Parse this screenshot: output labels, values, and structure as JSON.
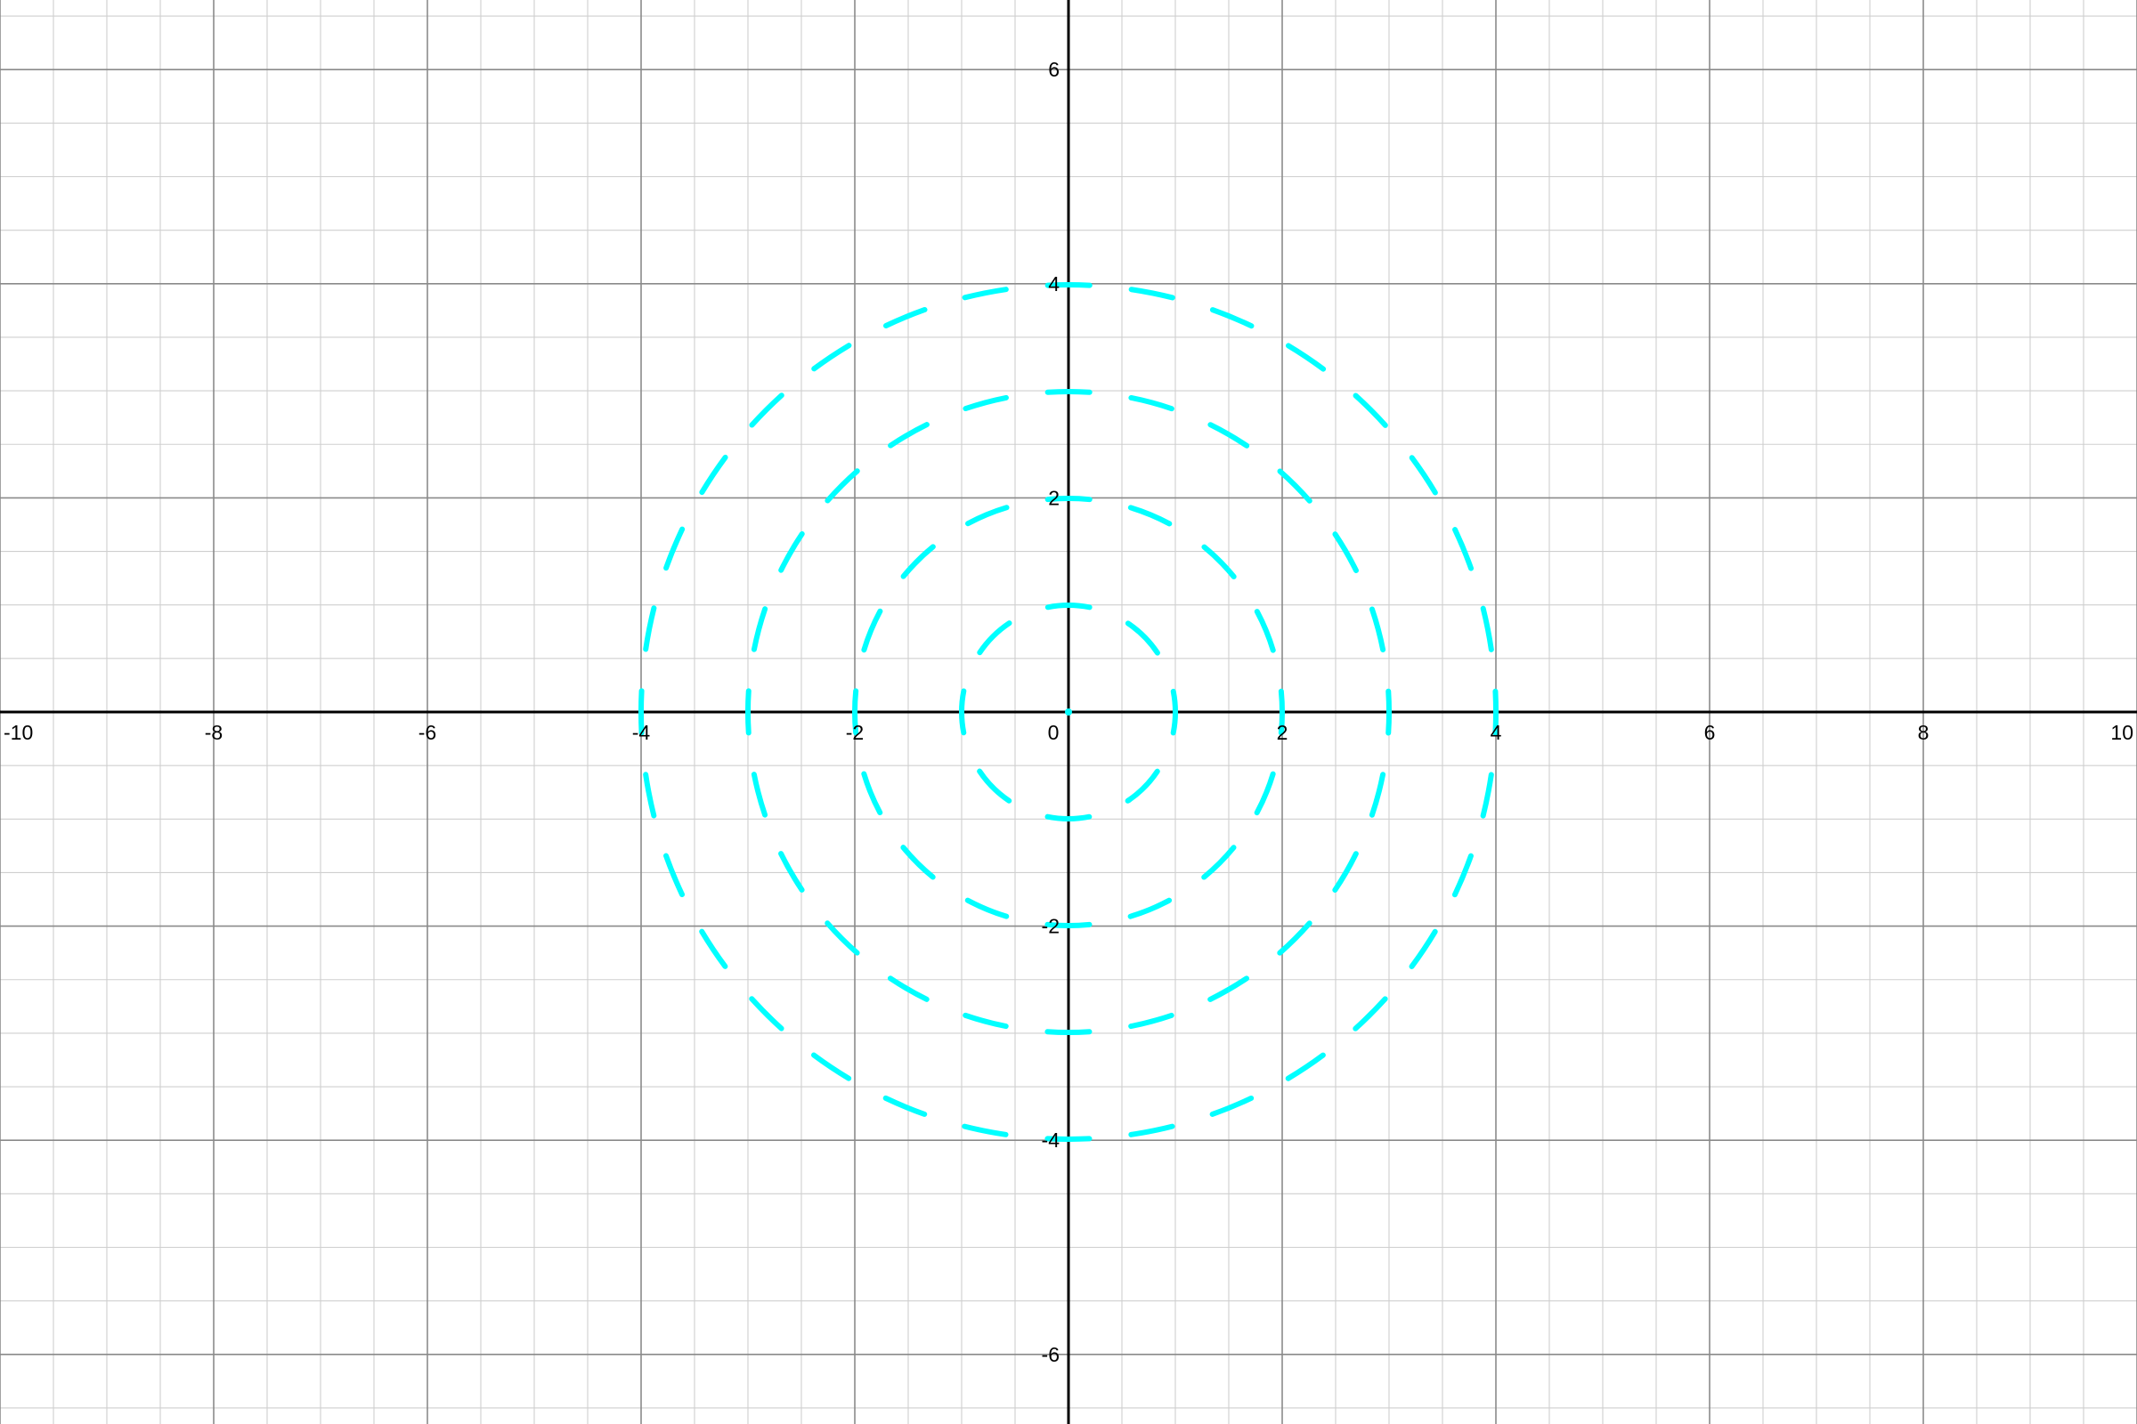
{
  "chart_data": {
    "type": "line",
    "title": "",
    "xlabel": "",
    "ylabel": "",
    "xlim": [
      -10,
      10
    ],
    "ylim": [
      -6.65,
      6.65
    ],
    "grid": true,
    "grid_minor_step": 0.5,
    "grid_major_step": 2,
    "x_ticks": [
      -10,
      -8,
      -6,
      -4,
      -2,
      0,
      2,
      4,
      6,
      8,
      10
    ],
    "y_ticks": [
      6,
      4,
      2,
      -2,
      -4,
      -6
    ],
    "x_tick_labels": [
      "-10",
      "-8",
      "-6",
      "-4",
      "-2",
      "0",
      "2",
      "4",
      "6",
      "8",
      "10"
    ],
    "y_tick_labels": [
      "6",
      "4",
      "2",
      "-2",
      "-4",
      "-6"
    ],
    "series": [
      {
        "shape": "circle",
        "center": [
          0,
          0
        ],
        "radius": 1,
        "style": "dashed",
        "color": "#00ffff"
      },
      {
        "shape": "circle",
        "center": [
          0,
          0
        ],
        "radius": 2,
        "style": "dashed",
        "color": "#00ffff"
      },
      {
        "shape": "circle",
        "center": [
          0,
          0
        ],
        "radius": 3,
        "style": "dashed",
        "color": "#00ffff"
      },
      {
        "shape": "circle",
        "center": [
          0,
          0
        ],
        "radius": 4,
        "style": "dashed",
        "color": "#00ffff"
      }
    ],
    "point": {
      "x": 0,
      "y": 0,
      "color": "#00ffff"
    },
    "colors": {
      "curve": "#00ffff",
      "axis": "#000000",
      "major_grid": "#8a8a8a",
      "minor_grid": "#cfcfcf",
      "background": "#ffffff"
    }
  }
}
